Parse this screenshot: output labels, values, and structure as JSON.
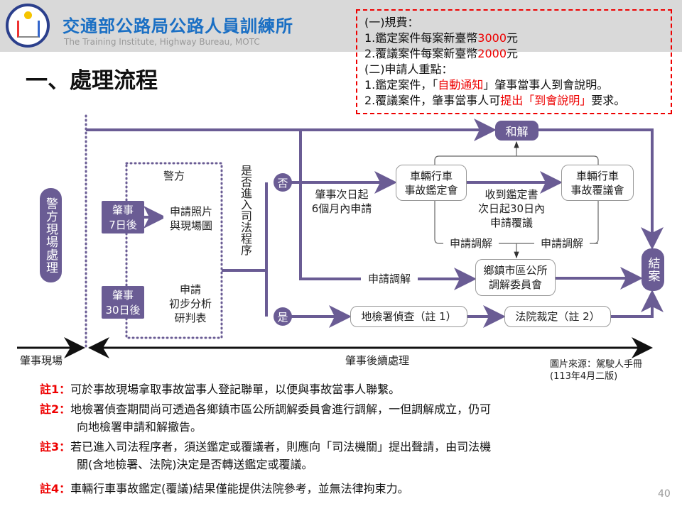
{
  "header": {
    "org_zh": "交通部公路局公路人員訓練所",
    "org_en": "The Training Institute, Highway Bureau,  MOTC"
  },
  "title": "一、處理流程",
  "fee_box": {
    "l1": "(一)規費：",
    "l2a": "1.鑑定案件每案新臺幣",
    "l2b": "3000",
    "l2c": "元",
    "l3a": "2.覆議案件每案新臺幣",
    "l3b": "2000",
    "l3c": "元",
    "l4": "(二)申請人重點：",
    "l5a": "1.鑑定案件，「",
    "l5b": "自動通知",
    "l5c": "」肇事當事人到會說明。",
    "l6a": "2.覆議案件，肇事當事人可",
    "l6b": "提出「到會說明」",
    "l6c": "要求。"
  },
  "flow": {
    "police_scene": "警方現場處理",
    "police": "警方",
    "day7": "肇事\n7日後",
    "photos": "申請照片\n與現場圖",
    "day30": "肇事\n30日後",
    "analysis": "申請\n初步分析\n研判表",
    "judicial_q": "是否進入司法程序",
    "no": "否",
    "yes": "是",
    "settle": "和解",
    "appraisal": "車輛行車\n事故鑑定會",
    "review": "車輛行車\n事故覆議會",
    "apply6m": "肇事次日起\n6個月內申請",
    "apply30": "收到鑑定書\n次日起30日內\n申請覆議",
    "mediate1": "申請調解",
    "mediate2": "申請調解",
    "mediate3": "申請調解",
    "committee": "鄉鎮市區公所\n調解委員會",
    "close": "結案",
    "prosecutor": "地檢署偵查（註 1）",
    "court": "法院裁定（註 2）",
    "scene": "肇事現場",
    "followup": "肇事後續處理",
    "source": "圖片來源：駕駛人手冊\n(113年4月二版)"
  },
  "notes": [
    {
      "tag": "註1：",
      "text": "可於事故現場拿取事故當事人登記聯單，以便與事故當事人聯繫。"
    },
    {
      "tag": "註2：",
      "text": "地檢署偵查期間尚可透過各鄉鎮市區公所調解委員會進行調解，一但調解成立，仍可",
      "text2": "向地檢署申請和解撤告。"
    },
    {
      "tag": "註3：",
      "text": "若已進入司法程序者，須送鑑定或覆議者，則應向「司法機關」提出聲請，由司法機",
      "text2": "關(含地檢署、法院)決定是否轉送鑑定或覆議。"
    },
    {
      "tag": "註4：",
      "text": "車輛行車事故鑑定(覆議)結果僅能提供法院參考，並無法律拘束力。"
    }
  ],
  "page_number": "40",
  "colors": {
    "flow": "#6a5c94",
    "accent": "#e00000",
    "brand": "#1a6fc4"
  }
}
